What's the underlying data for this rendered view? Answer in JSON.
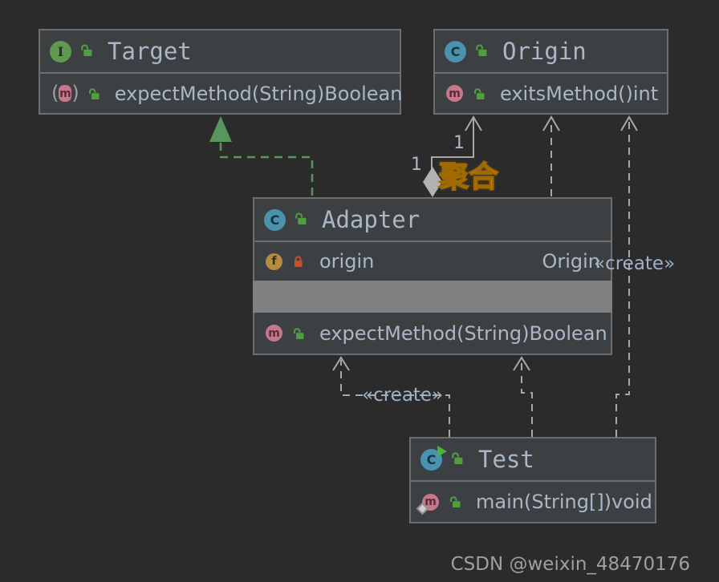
{
  "watermark": "CSDN @weixin_48470176",
  "icons": {
    "interface_letter": "I",
    "class_letter": "C",
    "method_letter": "m",
    "field_letter": "f"
  },
  "colors": {
    "canvas_bg": "#2b2b2b",
    "box_bg": "#3d4043",
    "box_border": "#6e6e6e",
    "text": "#a9b7c6",
    "edge_line": "#a8a8a8",
    "realization_green": "#57965c",
    "aggregation_label_orange": "#ffb41e",
    "interface_icon_green": "#5f9950",
    "class_icon_blue": "#4a92ad",
    "method_icon_pink": "#c4798a",
    "field_icon_gold": "#b38b41",
    "private_lock_red": "#c4532d",
    "public_lock_green": "#4f9e3f",
    "selected_band_gray": "#808080"
  },
  "classes": {
    "target": {
      "title": "Target",
      "kind": "interface",
      "members": [
        {
          "name": "expectMethod(String)",
          "type": "Boolean"
        }
      ]
    },
    "origin": {
      "title": "Origin",
      "kind": "class",
      "members": [
        {
          "name": "exitsMethod()",
          "type": "int"
        }
      ]
    },
    "adapter": {
      "title": "Adapter",
      "kind": "class",
      "fields": [
        {
          "name": "origin",
          "type": "Origin"
        }
      ],
      "methods": [
        {
          "name": "expectMethod(String)",
          "type": "Boolean"
        }
      ]
    },
    "test": {
      "title": "Test",
      "kind": "runnable-class",
      "methods": [
        {
          "name": "main(String[])",
          "type": "void"
        }
      ]
    }
  },
  "edges": {
    "realization": {
      "from": "Adapter",
      "to": "Target",
      "type": "realization"
    },
    "aggregation": {
      "from": "Adapter",
      "to": "Origin",
      "type": "aggregation",
      "label": "聚合",
      "source_multiplicity": "1",
      "target_multiplicity": "1"
    },
    "dependency_adapter_origin": {
      "from": "Adapter",
      "to": "Origin",
      "type": "dependency"
    },
    "create_origin": {
      "from": "Test",
      "to": "Origin",
      "type": "dependency",
      "label": "«create»"
    },
    "create_adapter": {
      "from": "Test",
      "to": "Adapter",
      "type": "dependency",
      "label": "«create»"
    },
    "dependency_test_adapter": {
      "from": "Test",
      "to": "Adapter",
      "type": "dependency"
    }
  }
}
